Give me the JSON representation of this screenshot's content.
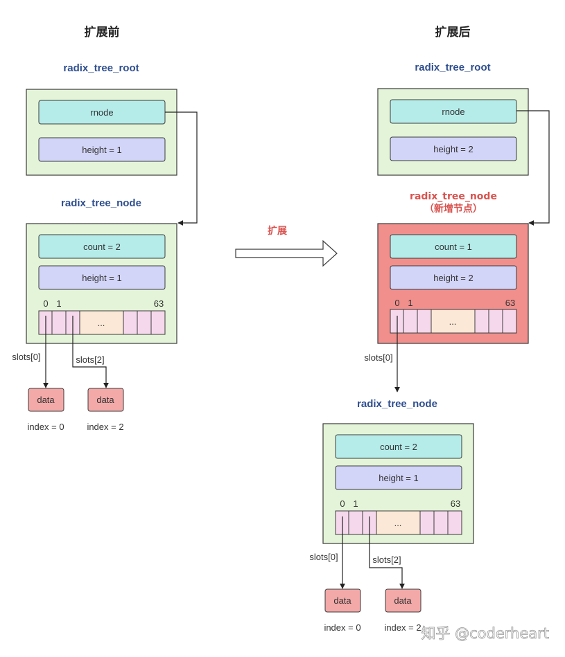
{
  "headings": {
    "before": "扩展前",
    "after": "扩展后",
    "arrow": "扩展"
  },
  "before": {
    "root": {
      "title": "radix_tree_root",
      "rnode": "rnode",
      "height": "height = 1"
    },
    "node": {
      "title": "radix_tree_node",
      "count": "count = 2",
      "height": "height = 1",
      "slot_idx": [
        "0",
        "1",
        "63"
      ],
      "slot_dots": "...",
      "ptr_labels": [
        "slots[0]",
        "slots[2]"
      ],
      "data": [
        {
          "label": "data",
          "index": "index = 0"
        },
        {
          "label": "data",
          "index": "index = 2"
        }
      ]
    }
  },
  "after": {
    "root": {
      "title": "radix_tree_root",
      "rnode": "rnode",
      "height": "height = 2"
    },
    "new_node": {
      "title": "radix_tree_node",
      "subtitle": "（新增节点）",
      "count": "count = 1",
      "height": "height = 2",
      "slot_idx": [
        "0",
        "1",
        "63"
      ],
      "slot_dots": "...",
      "ptr_label": "slots[0]"
    },
    "node": {
      "title": "radix_tree_node",
      "count": "count = 2",
      "height": "height = 1",
      "slot_idx": [
        "0",
        "1",
        "63"
      ],
      "slot_dots": "...",
      "ptr_labels": [
        "slots[0]",
        "slots[2]"
      ],
      "data": [
        {
          "label": "data",
          "index": "index = 0"
        },
        {
          "label": "data",
          "index": "index = 2"
        }
      ]
    }
  },
  "watermark": "知乎 @coderheart",
  "colors": {
    "panel_green": "#e4f4d8",
    "panel_red": "#f08f8c",
    "cyan_field": "#b5ecea",
    "violet_field": "#d2d4f8",
    "slot_pink": "#f6d8ec",
    "slot_dots": "#fbe8d6",
    "data_red": "#f2a9a8",
    "title_blue": "#2f4f8f",
    "title_red": "#d9534f"
  }
}
